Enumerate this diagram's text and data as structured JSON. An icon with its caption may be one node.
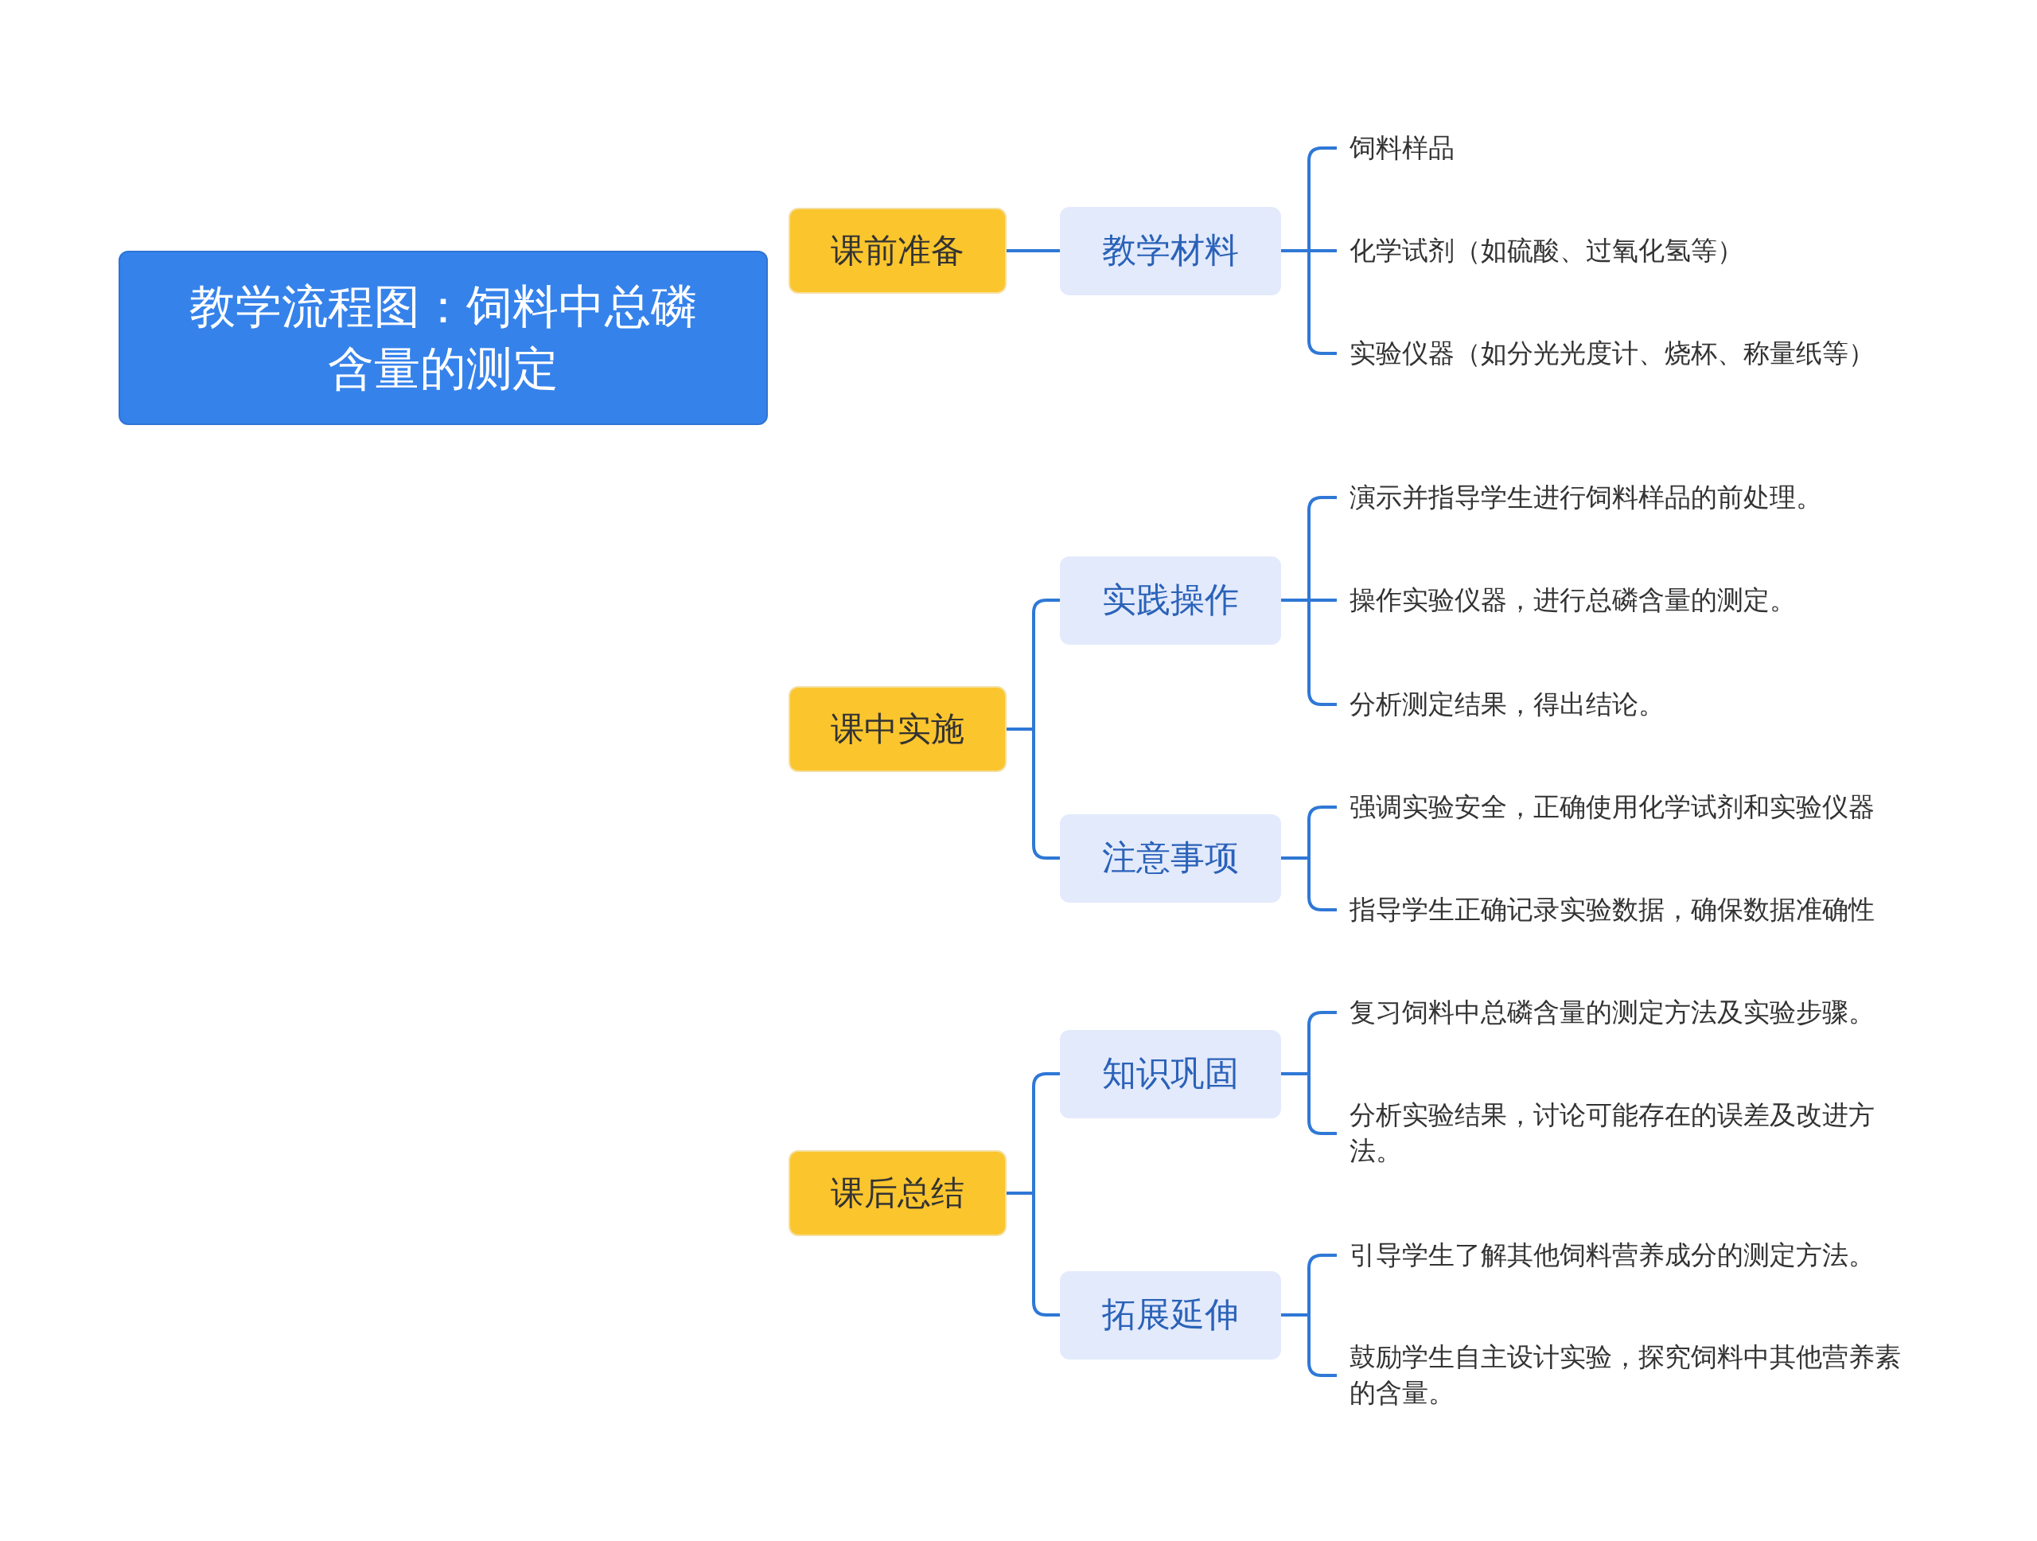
{
  "diagram": {
    "nodes": [
      {
        "text": [
          "教学流程图：饲料中总磷含量的测定"
        ]
      },
      {
        "text": [
          "课前准备"
        ]
      },
      {
        "text": [
          "教学材料"
        ]
      },
      {
        "text": [
          "饲料样品"
        ]
      },
      {
        "text": [
          "化学试剂（如硫酸、过氧化氢等）"
        ]
      },
      {
        "text": [
          "实验仪器（如分光光度计、烧杯、称量纸等）"
        ]
      },
      {
        "text": [
          "课中实施"
        ]
      },
      {
        "text": [
          "实践操作"
        ]
      },
      {
        "text": [
          "演示并指导学生进行饲料样品的前处理。"
        ]
      },
      {
        "text": [
          "操作实验仪器，进行总磷含量的测定。"
        ]
      },
      {
        "text": [
          "分析测定结果，得出结论。"
        ]
      },
      {
        "text": [
          "注意事项"
        ]
      },
      {
        "text": [
          "强调实验安全，正确使用化学试剂和实验仪器"
        ]
      },
      {
        "text": [
          "指导学生正确记录实验数据，确保数据准确性"
        ]
      },
      {
        "text": [
          "课后总结"
        ]
      },
      {
        "text": [
          "知识巩固"
        ]
      },
      {
        "text": [
          "复习饲料中总磷含量的测定方法及实验步骤。"
        ]
      },
      {
        "text": [
          "分析实验结果，讨论可能存在的误差及改进方法。"
        ]
      },
      {
        "text": [
          "拓展延伸"
        ]
      },
      {
        "text": [
          "引导学生了解其他饲料营养成分的测定方法。"
        ]
      },
      {
        "text": [
          "鼓励学生自主设计实验，探究饲料中其他营养素的含量。"
        ]
      }
    ],
    "edges": [
      {
        "from": 1,
        "to": 2,
        "arrow": "none"
      },
      {
        "from": 2,
        "to": 3,
        "arrow": "none"
      },
      {
        "from": 2,
        "to": 4,
        "arrow": "none"
      },
      {
        "from": 2,
        "to": 5,
        "arrow": "none"
      },
      {
        "from": 6,
        "to": 7,
        "arrow": "none"
      },
      {
        "from": 7,
        "to": 8,
        "arrow": "none"
      },
      {
        "from": 7,
        "to": 9,
        "arrow": "none"
      },
      {
        "from": 7,
        "to": 10,
        "arrow": "none"
      },
      {
        "from": 6,
        "to": 11,
        "arrow": "none"
      },
      {
        "from": 11,
        "to": 12,
        "arrow": "none"
      },
      {
        "from": 11,
        "to": 13,
        "arrow": "none"
      },
      {
        "from": 14,
        "to": 15,
        "arrow": "none"
      },
      {
        "from": 15,
        "to": 16,
        "arrow": "none"
      },
      {
        "from": 15,
        "to": 17,
        "arrow": "none"
      },
      {
        "from": 14,
        "to": 18,
        "arrow": "none"
      },
      {
        "from": 18,
        "to": 19,
        "arrow": "none"
      },
      {
        "from": 18,
        "to": 20,
        "arrow": "none"
      }
    ]
  }
}
